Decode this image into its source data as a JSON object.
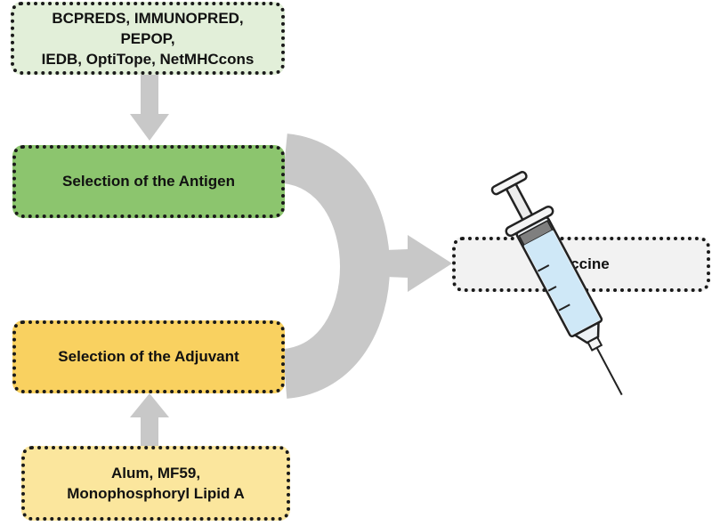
{
  "nodes": {
    "antigen_tools": {
      "lines": [
        "BCPREDS, IMMUNOPRED,",
        "PEPOP,",
        "IEDB, OptiTope, NetMHCcons"
      ],
      "color": "#e2efd9"
    },
    "antigen": {
      "label": "Selection of the Antigen",
      "color": "#8cc56e"
    },
    "adjuvant": {
      "label": "Selection of the Adjuvant",
      "color": "#f9d160"
    },
    "adjuvant_tools": {
      "lines": [
        "Alum, MF59,",
        "Monophosphoryl Lipid A"
      ],
      "color": "#fbe69d"
    },
    "vaccine": {
      "label": "Vaccine",
      "color": "#f2f2f2"
    }
  },
  "arrow_color": "#c8c8c8",
  "icons": [
    "syringe-icon"
  ]
}
